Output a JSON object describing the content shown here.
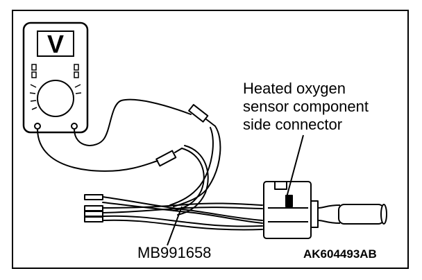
{
  "labels": {
    "connector_lines": [
      "Heated oxygen",
      "sensor component",
      "side connector"
    ],
    "tool": "MB991658",
    "figure_id": "AK604493AB"
  },
  "meter": {
    "display_symbol": "V"
  },
  "colors": {
    "line": "#000000",
    "background": "#ffffff"
  }
}
